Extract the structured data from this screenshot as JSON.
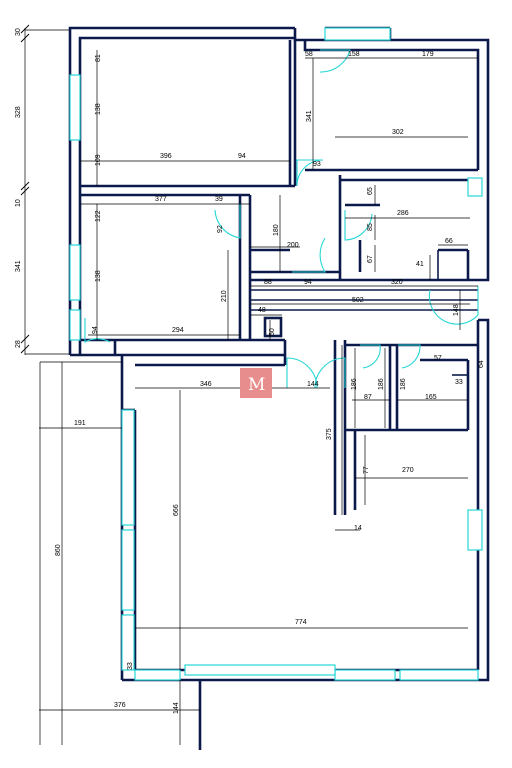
{
  "dimensions": {
    "d30": "30",
    "d328": "328",
    "d10": "10",
    "d341": "341",
    "d28": "28",
    "d81": "81",
    "d138a": "138",
    "d109": "109",
    "d396": "396",
    "d94a": "94",
    "d58": "58",
    "d158": "158",
    "d179": "179",
    "d341b": "341",
    "d302": "302",
    "d93": "93",
    "d377": "377",
    "d39": "39",
    "d122": "122",
    "d138b": "138",
    "d92": "92",
    "d180": "180",
    "d200": "200",
    "d210": "210",
    "d65": "65",
    "d286": "286",
    "d85": "85",
    "d67": "67",
    "d66": "66",
    "d41": "41",
    "d88": "88",
    "d94b": "94",
    "d320": "320",
    "d502": "502",
    "d48": "48",
    "d50": "50",
    "d94c": "94",
    "d294": "294",
    "d148": "148",
    "d57": "57",
    "d64": "64",
    "d33": "33",
    "d346": "346",
    "d144a": "144",
    "d186a": "186",
    "d186b": "186",
    "d186c": "186",
    "d87": "87",
    "d165": "165",
    "d375": "375",
    "d191": "191",
    "d77": "77",
    "d270": "270",
    "d14": "14",
    "d666": "666",
    "d860": "860",
    "d774": "774",
    "d33b": "33",
    "d376": "376",
    "d144b": "144"
  },
  "watermark": {
    "letter": "M",
    "color": "#e88d8d"
  },
  "colors": {
    "wall": "#0b1a4a",
    "window": "#27d6d6",
    "dimension": "#000000"
  }
}
